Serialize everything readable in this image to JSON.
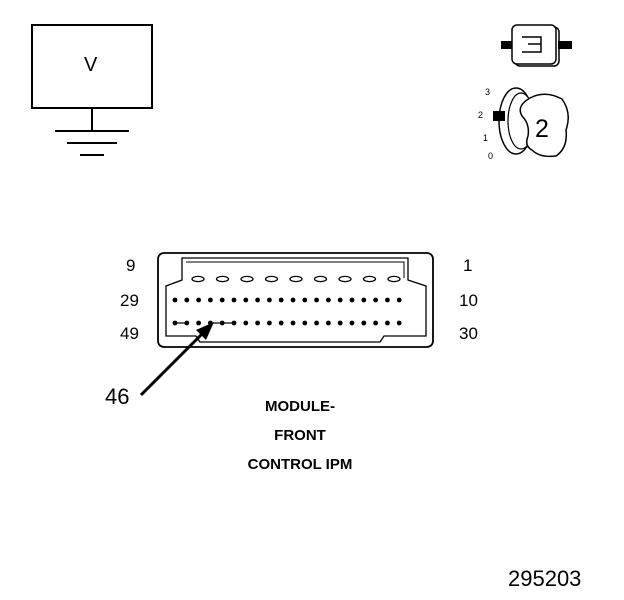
{
  "voltmeter": {
    "label": "V"
  },
  "ignition_key": {
    "positions": [
      "3",
      "2",
      "1",
      "0"
    ],
    "selected": "2"
  },
  "connector": {
    "pin_labels": {
      "row1_left": "9",
      "row1_right": "1",
      "row2_left": "29",
      "row2_right": "10",
      "row3_left": "49",
      "row3_right": "30"
    },
    "callout_pin": "46"
  },
  "title": {
    "line1": "MODULE-",
    "line2": "FRONT",
    "line3": "CONTROL IPM"
  },
  "figure_number": "295203"
}
